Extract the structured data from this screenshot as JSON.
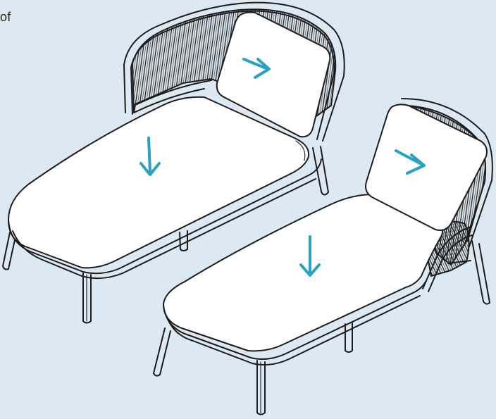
{
  "caption": {
    "text_fragment": "of"
  },
  "colors": {
    "background": "#dde9f2",
    "line": "#1c1c1c",
    "cushion": "#ffffff",
    "arrow": "#2aa1c0"
  },
  "icons": {
    "placement_arrow": "arrow-icon"
  },
  "illustration": {
    "items": [
      {
        "id": "lounger-left",
        "name": "chaise-lounger"
      },
      {
        "id": "lounger-right",
        "name": "chaise-lounger"
      }
    ]
  }
}
